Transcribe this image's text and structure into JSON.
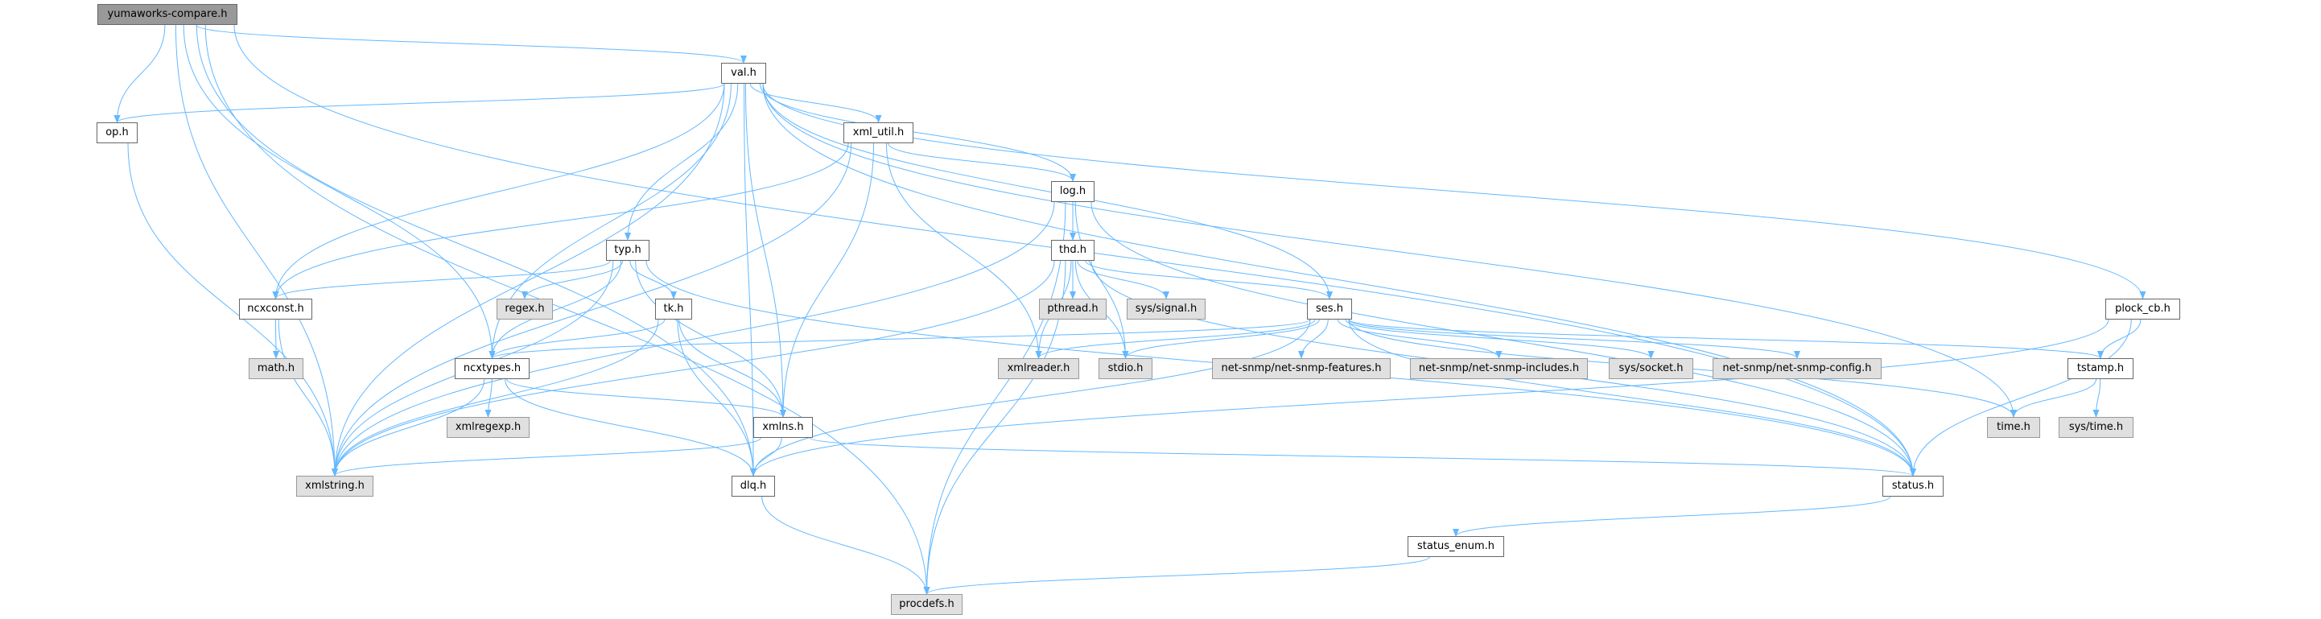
{
  "graph": {
    "nodes": {
      "yumaworks_compare": {
        "label": "yumaworks-compare.h",
        "kind": "root"
      },
      "val": {
        "label": "val.h",
        "kind": "doc"
      },
      "op": {
        "label": "op.h",
        "kind": "doc"
      },
      "xml_util": {
        "label": "xml_util.h",
        "kind": "doc"
      },
      "log": {
        "label": "log.h",
        "kind": "doc"
      },
      "typ": {
        "label": "typ.h",
        "kind": "doc"
      },
      "thd": {
        "label": "thd.h",
        "kind": "doc"
      },
      "ncxconst": {
        "label": "ncxconst.h",
        "kind": "doc"
      },
      "regex": {
        "label": "regex.h",
        "kind": "external"
      },
      "tk": {
        "label": "tk.h",
        "kind": "doc"
      },
      "pthread": {
        "label": "pthread.h",
        "kind": "external"
      },
      "sys_signal": {
        "label": "sys/signal.h",
        "kind": "external"
      },
      "ses": {
        "label": "ses.h",
        "kind": "doc"
      },
      "plock_cb": {
        "label": "plock_cb.h",
        "kind": "doc"
      },
      "math": {
        "label": "math.h",
        "kind": "external"
      },
      "ncxtypes": {
        "label": "ncxtypes.h",
        "kind": "doc"
      },
      "xmlreader": {
        "label": "xmlreader.h",
        "kind": "external"
      },
      "stdio": {
        "label": "stdio.h",
        "kind": "external"
      },
      "nss_features": {
        "label": "net-snmp/net-snmp-features.h",
        "kind": "external"
      },
      "nss_includes": {
        "label": "net-snmp/net-snmp-includes.h",
        "kind": "external"
      },
      "sys_socket": {
        "label": "sys/socket.h",
        "kind": "external"
      },
      "nss_config": {
        "label": "net-snmp/net-snmp-config.h",
        "kind": "external"
      },
      "tstamp": {
        "label": "tstamp.h",
        "kind": "doc"
      },
      "xmlregexp": {
        "label": "xmlregexp.h",
        "kind": "external"
      },
      "xmlns": {
        "label": "xmlns.h",
        "kind": "doc"
      },
      "time": {
        "label": "time.h",
        "kind": "external"
      },
      "sys_time": {
        "label": "sys/time.h",
        "kind": "external"
      },
      "xmlstring": {
        "label": "xmlstring.h",
        "kind": "external"
      },
      "dlq": {
        "label": "dlq.h",
        "kind": "doc"
      },
      "status": {
        "label": "status.h",
        "kind": "doc"
      },
      "status_enum": {
        "label": "status_enum.h",
        "kind": "doc"
      },
      "procdefs": {
        "label": "procdefs.h",
        "kind": "external"
      }
    },
    "edges": [
      [
        "yumaworks_compare",
        "val"
      ],
      [
        "yumaworks_compare",
        "op"
      ],
      [
        "yumaworks_compare",
        "xmlstring"
      ],
      [
        "yumaworks_compare",
        "ncxtypes"
      ],
      [
        "yumaworks_compare",
        "dlq"
      ],
      [
        "yumaworks_compare",
        "procdefs"
      ],
      [
        "yumaworks_compare",
        "status"
      ],
      [
        "val",
        "op"
      ],
      [
        "val",
        "ncxconst"
      ],
      [
        "val",
        "xmlstring"
      ],
      [
        "val",
        "ncxtypes"
      ],
      [
        "val",
        "typ"
      ],
      [
        "val",
        "dlq"
      ],
      [
        "val",
        "xmlns"
      ],
      [
        "val",
        "xml_util"
      ],
      [
        "val",
        "log"
      ],
      [
        "val",
        "ses"
      ],
      [
        "val",
        "time"
      ],
      [
        "val",
        "plock_cb"
      ],
      [
        "val",
        "status"
      ],
      [
        "op",
        "xmlstring"
      ],
      [
        "xml_util",
        "log"
      ],
      [
        "xml_util",
        "xmlreader"
      ],
      [
        "xml_util",
        "xmlns"
      ],
      [
        "xml_util",
        "ncxconst"
      ],
      [
        "xml_util",
        "xmlstring"
      ],
      [
        "log",
        "thd"
      ],
      [
        "log",
        "xmlstring"
      ],
      [
        "log",
        "stdio"
      ],
      [
        "log",
        "status"
      ],
      [
        "log",
        "procdefs"
      ],
      [
        "thd",
        "pthread"
      ],
      [
        "thd",
        "sys_signal"
      ],
      [
        "thd",
        "ses"
      ],
      [
        "thd",
        "stdio"
      ],
      [
        "thd",
        "xmlreader"
      ],
      [
        "thd",
        "procdefs"
      ],
      [
        "thd",
        "xmlstring"
      ],
      [
        "thd",
        "status"
      ],
      [
        "typ",
        "ncxconst"
      ],
      [
        "typ",
        "regex"
      ],
      [
        "typ",
        "tk"
      ],
      [
        "typ",
        "ncxtypes"
      ],
      [
        "typ",
        "xmlstring"
      ],
      [
        "typ",
        "xmlns"
      ],
      [
        "typ",
        "status"
      ],
      [
        "tk",
        "ncxtypes"
      ],
      [
        "tk",
        "xmlstring"
      ],
      [
        "tk",
        "xmlns"
      ],
      [
        "tk",
        "dlq"
      ],
      [
        "ncxconst",
        "math"
      ],
      [
        "ncxconst",
        "xmlstring"
      ],
      [
        "ncxtypes",
        "xmlregexp"
      ],
      [
        "ncxtypes",
        "xmlstring"
      ],
      [
        "ncxtypes",
        "xmlns"
      ],
      [
        "ncxtypes",
        "dlq"
      ],
      [
        "xmlns",
        "xmlstring"
      ],
      [
        "xmlns",
        "dlq"
      ],
      [
        "xmlns",
        "status"
      ],
      [
        "dlq",
        "procdefs"
      ],
      [
        "ses",
        "ncxtypes"
      ],
      [
        "ses",
        "xmlreader"
      ],
      [
        "ses",
        "stdio"
      ],
      [
        "ses",
        "nss_features"
      ],
      [
        "ses",
        "nss_includes"
      ],
      [
        "ses",
        "sys_socket"
      ],
      [
        "ses",
        "nss_config"
      ],
      [
        "ses",
        "tstamp"
      ],
      [
        "ses",
        "time"
      ],
      [
        "ses",
        "status"
      ],
      [
        "ses",
        "dlq"
      ],
      [
        "plock_cb",
        "tstamp"
      ],
      [
        "plock_cb",
        "status"
      ],
      [
        "plock_cb",
        "dlq"
      ],
      [
        "tstamp",
        "time"
      ],
      [
        "tstamp",
        "sys_time"
      ],
      [
        "status",
        "status_enum"
      ],
      [
        "status_enum",
        "procdefs"
      ]
    ],
    "colors": {
      "edge": "#63b8ff",
      "node_border": "#666666",
      "external_fill": "#e0e0e0",
      "root_fill": "#999999"
    }
  }
}
